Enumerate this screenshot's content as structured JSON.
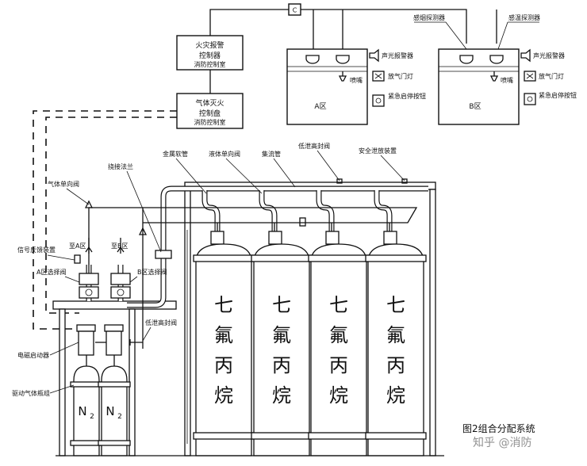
{
  "panels": {
    "fire_alarm": {
      "title_line1": "火灾报警",
      "title_line2": "控制器",
      "sub": "消防控制室"
    },
    "gas_ext": {
      "title_line1": "气体灭火",
      "title_line2": "控制盘",
      "sub": "消防控制室"
    }
  },
  "junction": "C",
  "zone_a": {
    "name": "A区",
    "nozzle": "喷嘴"
  },
  "zone_b": {
    "name": "B区",
    "nozzle": "喷嘴",
    "smoke_detector": "感烟探测器",
    "heat_detector": "感温探测器"
  },
  "zone_devices": {
    "alarm": "声光报警器",
    "release_lamp": "放气门灯",
    "emergency_button": "紧急启停按钮"
  },
  "labels": {
    "metal_hose": "金属软管",
    "liquid_check_valve": "液体单向阀",
    "manifold": "集流管",
    "low_pressure_valve_top": "低泄高封阀",
    "safety_relief": "安全泄放装置",
    "flange": "挠接法兰",
    "gas_check_valve": "气体单向阀",
    "to_zone_a": "至A区",
    "to_zone_b": "至B区",
    "signal_feedback": "信号反馈装置",
    "zone_a_valve": "A区选择阀",
    "zone_b_valve": "B区选择阀",
    "low_pressure_valve": "低泄高封阀",
    "solenoid": "电磁启动器",
    "drive_gas": "驱动气体瓶组"
  },
  "cylinder_agent": [
    "七",
    "氟",
    "丙",
    "烷"
  ],
  "n2_label": "N",
  "n2_sub": "2",
  "caption": "图2组合分配系统",
  "watermark": "知乎 @消防"
}
